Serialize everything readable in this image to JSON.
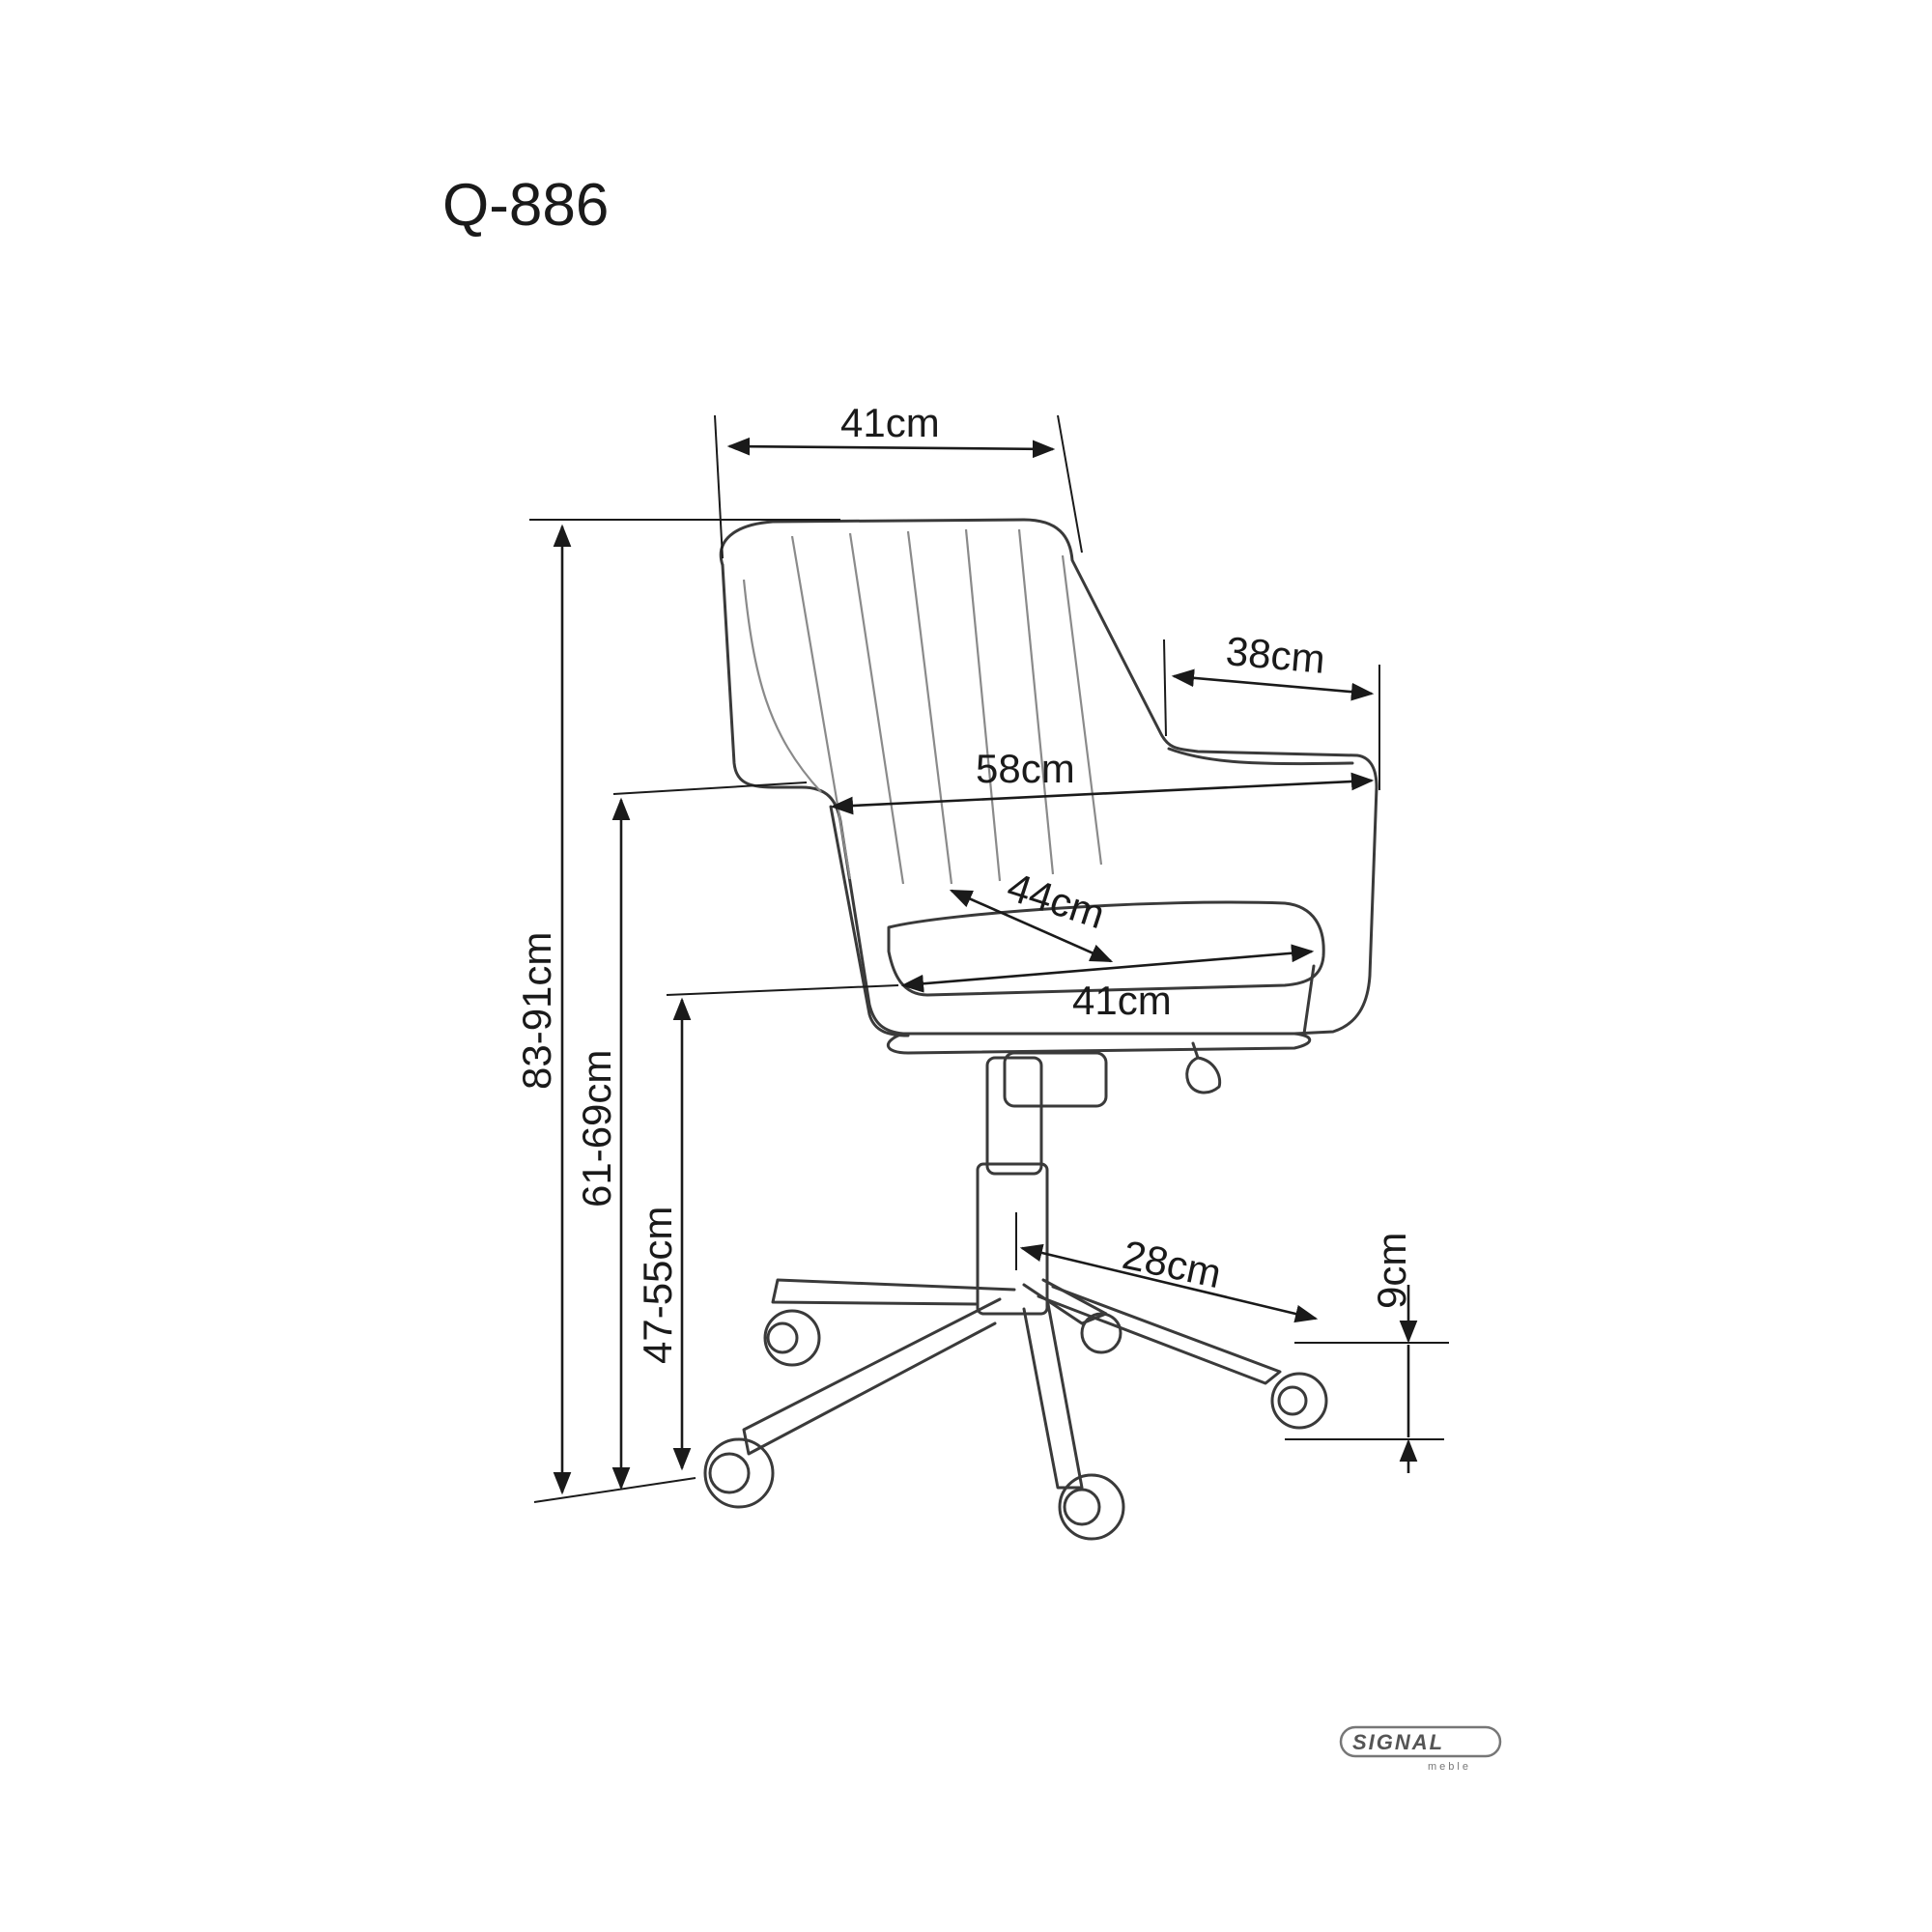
{
  "product": {
    "model": "Q-886"
  },
  "dimensions": {
    "backrest_width": "41cm",
    "arm_depth": "38cm",
    "overall_width": "58cm",
    "seat_depth": "44cm",
    "seat_width": "41cm",
    "total_height": "83-91cm",
    "armrest_height": "61-69cm",
    "seat_height": "47-55cm",
    "base_radius": "28cm",
    "caster_height": "9cm"
  },
  "brand": {
    "name": "SIGNAL",
    "sub": "meble"
  }
}
